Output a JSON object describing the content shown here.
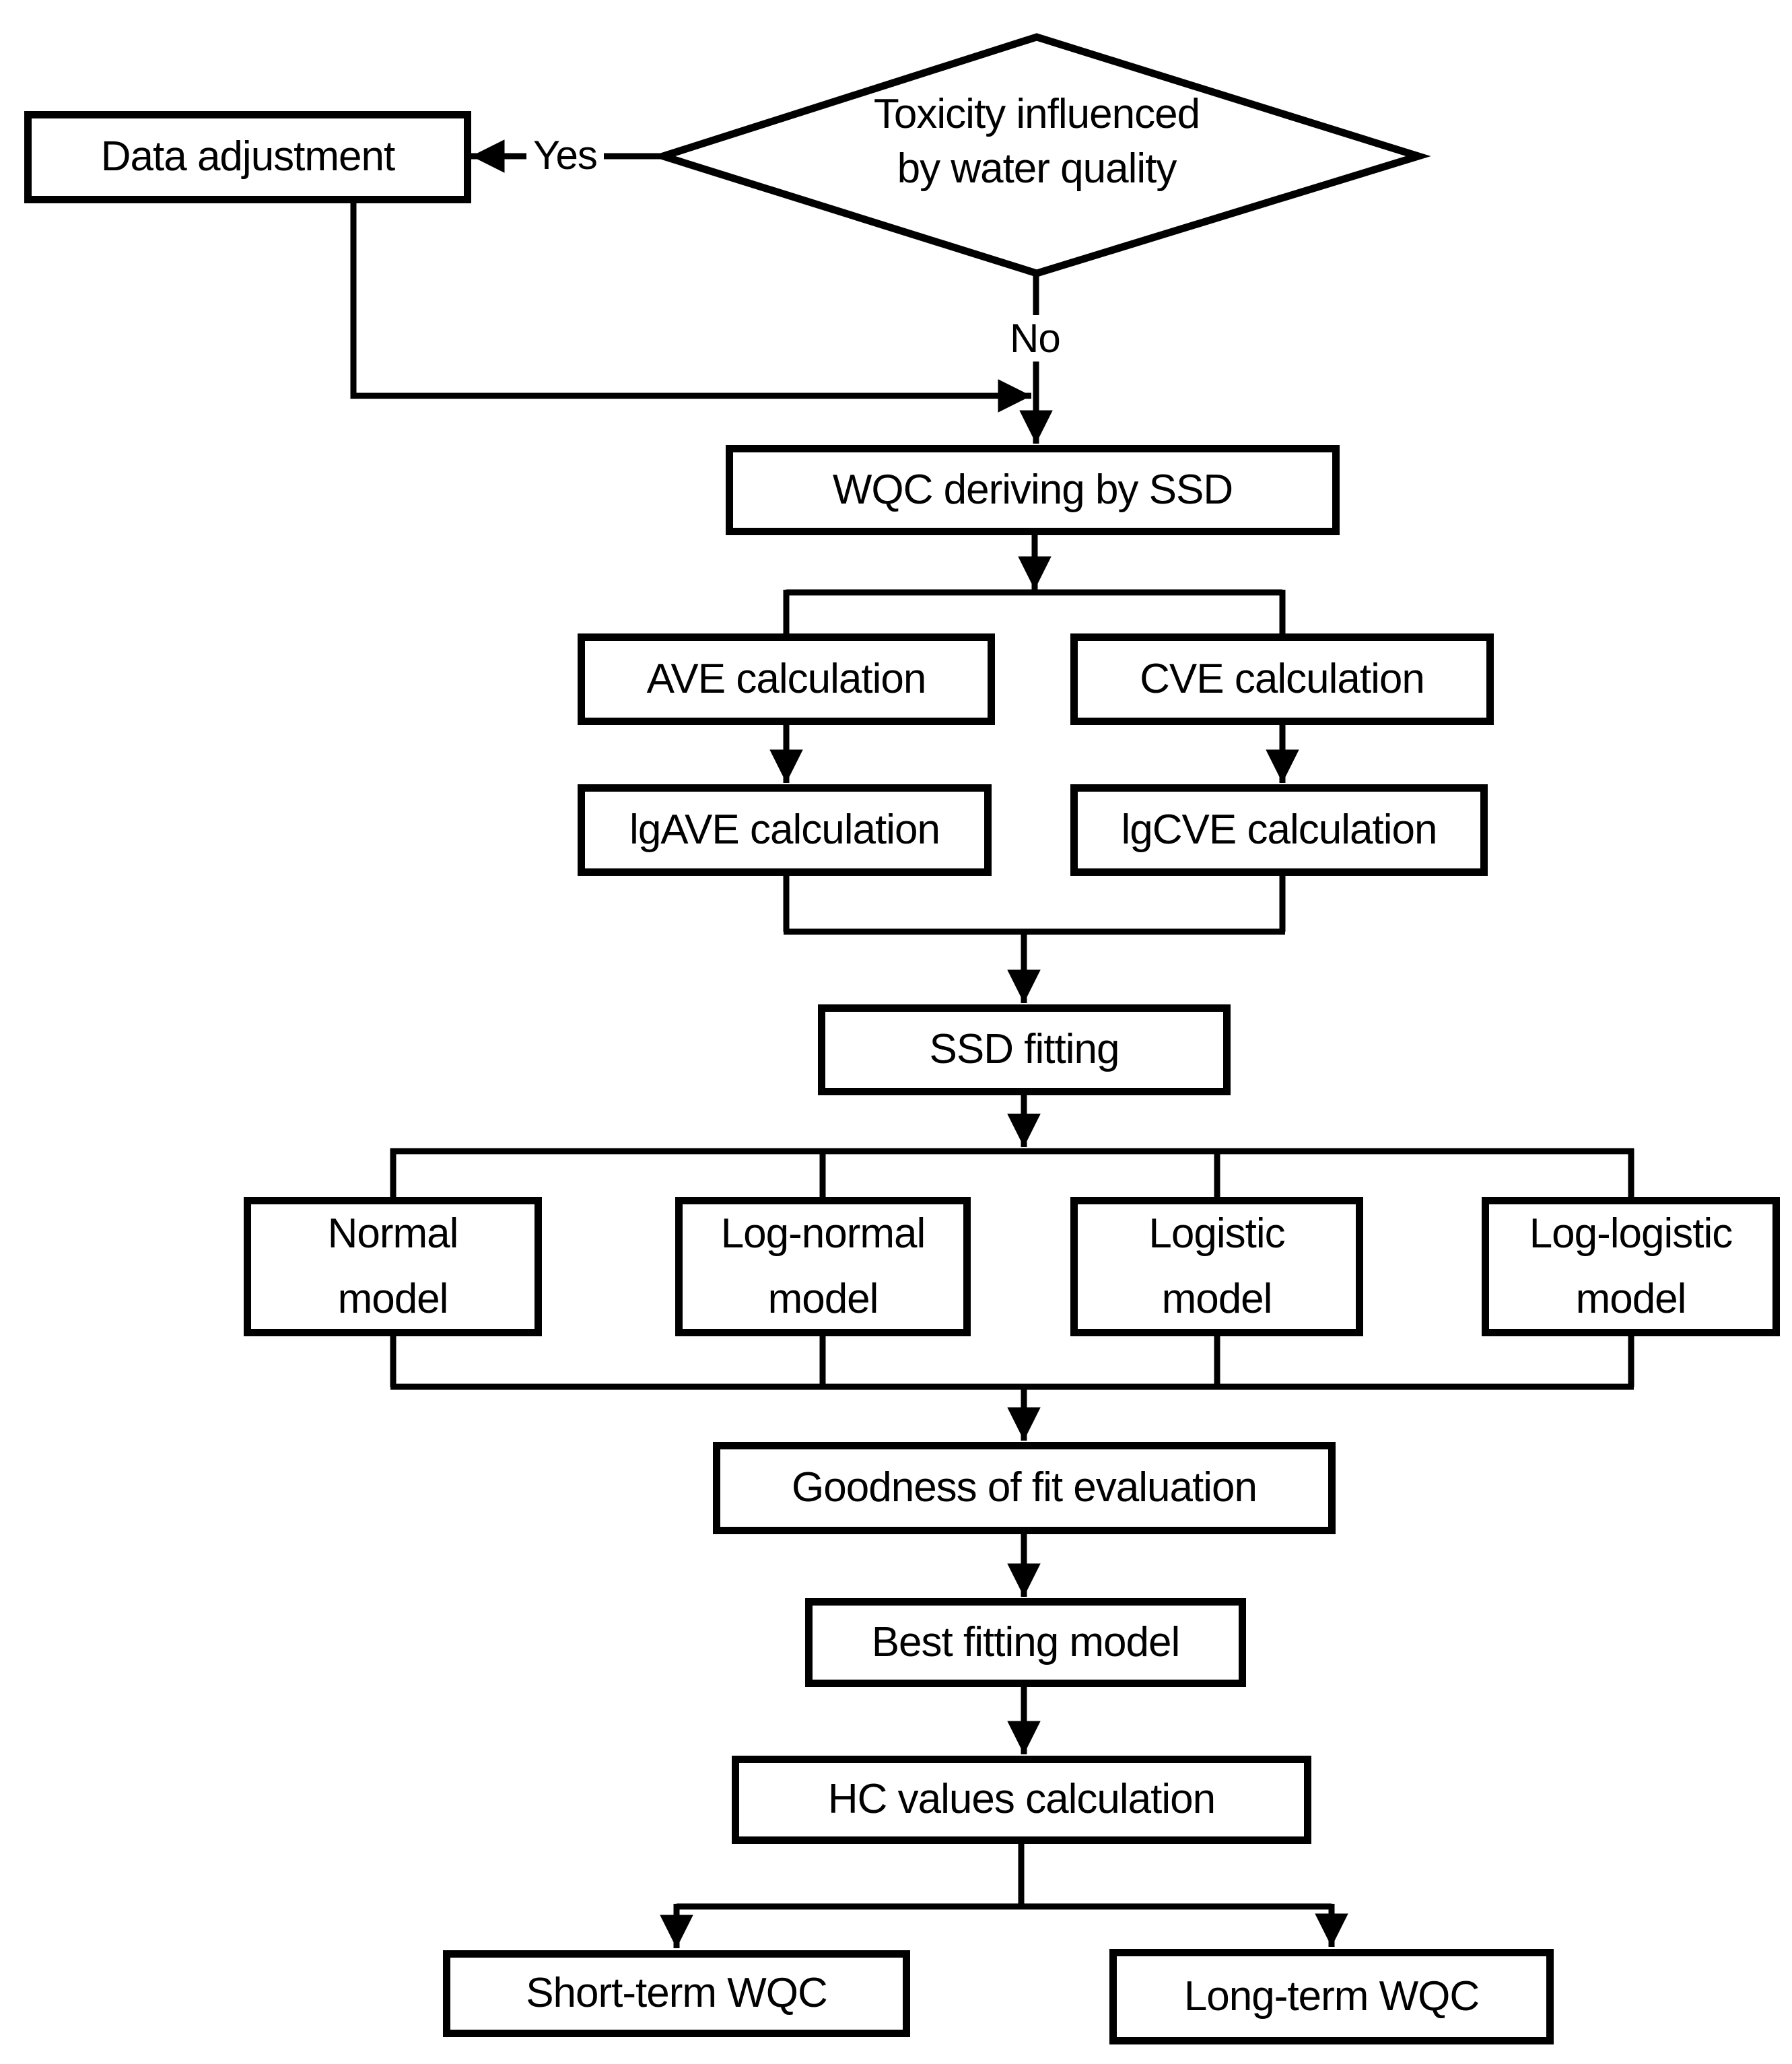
{
  "nodes": {
    "decision": {
      "line1": "Toxicity influenced",
      "line2": "by water quality"
    },
    "data_adjustment": {
      "label": "Data adjustment"
    },
    "wqc_deriving": {
      "label": "WQC deriving by SSD"
    },
    "ave": {
      "label": "AVE calculation"
    },
    "cve": {
      "label": "CVE calculation"
    },
    "lgave": {
      "label": "lgAVE calculation"
    },
    "lgcve": {
      "label": "lgCVE calculation"
    },
    "ssd_fitting": {
      "label": "SSD fitting"
    },
    "normal": {
      "line1": "Normal",
      "line2": "model"
    },
    "log_normal": {
      "line1": "Log-normal",
      "line2": "model"
    },
    "logistic": {
      "line1": "Logistic",
      "line2": "model"
    },
    "log_logistic": {
      "line1": "Log-logistic",
      "line2": "model"
    },
    "goodness": {
      "label": "Goodness of fit evaluation"
    },
    "best_fitting": {
      "label": "Best fitting model"
    },
    "hc_values": {
      "label": "HC values calculation"
    },
    "short_term": {
      "label": "Short-term WQC"
    },
    "long_term": {
      "label": "Long-term WQC"
    }
  },
  "edge_labels": {
    "yes": "Yes",
    "no": "No"
  },
  "colors": {
    "line": "#000000",
    "background": "#ffffff",
    "text": "#000000"
  }
}
